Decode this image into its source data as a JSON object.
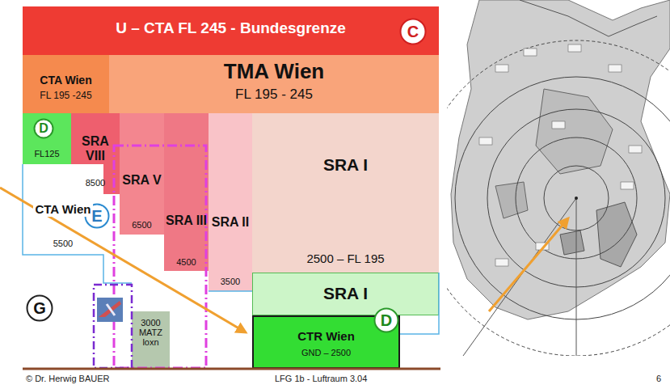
{
  "diagram": {
    "nodes": [
      {
        "text": [
          "U – CTA  FL 245 - Bundesgrenze"
        ]
      },
      {
        "text": [
          "C"
        ],
        "in": 0
      },
      {
        "text": [
          "CTA Wien",
          "FL 195 -245"
        ]
      },
      {
        "text": [
          "TMA Wien",
          "FL 195 - 245"
        ]
      },
      {
        "text": [
          "FL125"
        ]
      },
      {
        "text": [
          "D"
        ],
        "in": 4
      },
      {
        "text": [
          "SRA VIII",
          "8500"
        ]
      },
      {
        "text": [
          "SRA V",
          "6500"
        ]
      },
      {
        "text": [
          "SRA III",
          "4500"
        ]
      },
      {
        "text": [
          "SRA II",
          "3500"
        ]
      },
      {
        "text": [
          "SRA I",
          "2500 – FL 195"
        ]
      },
      {
        "text": [
          "CTA Wien",
          "5500"
        ]
      },
      {
        "text": [
          "E"
        ]
      },
      {
        "text": [
          "SRA I"
        ]
      },
      {
        "text": [
          "G"
        ]
      },
      {
        "text": [
          "3000 MATZ loxn"
        ]
      },
      {
        "text": [
          "CTR Wien",
          "GND – 2500"
        ]
      },
      {
        "text": [
          "D"
        ]
      }
    ],
    "labels": [
      "© Dr. Herwig BAUER",
      "LFG 1b - Luftraum 3.04",
      "6"
    ]
  }
}
